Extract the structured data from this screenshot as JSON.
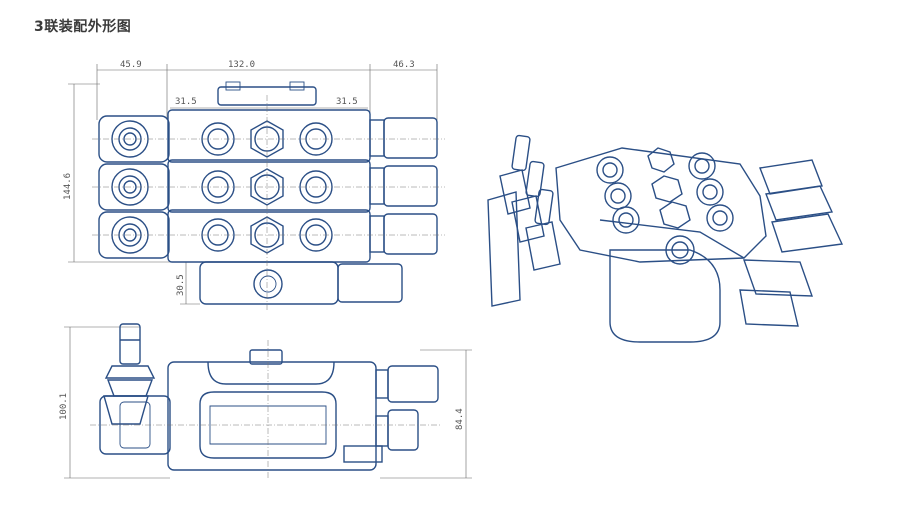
{
  "title": "3联装配外形图",
  "dimensions": {
    "top_left_width": "45.9",
    "top_main_width": "132.0",
    "top_right_width": "46.3",
    "inner_left": "31.5",
    "inner_right": "31.5",
    "total_height": "144.6",
    "bottom_offset": "30.5",
    "side_height_left": "100.1",
    "side_height_right": "84.4"
  },
  "colors": {
    "line": "#2b4f86",
    "dimension": "#666666",
    "title": "#3a3a3a"
  }
}
